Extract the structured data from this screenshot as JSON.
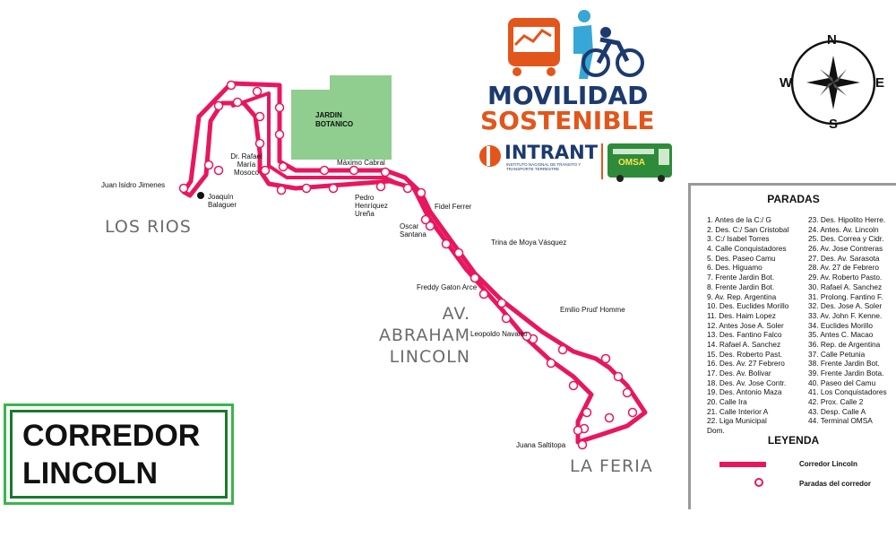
{
  "streets": {
    "juan_isidro": "Juan Isidro Jimenes",
    "joaquin_balaguer": "Joaquín Balaguer",
    "rafael_mosoco": "Dr. Rafael María Mosoco",
    "maximo_cabral": "Máximo Cabral",
    "pedro_urena": "Pedro Henríquez Ureña",
    "fidel_ferrer": "Fidel Ferrer",
    "oscar_santana": "Oscar Santana",
    "trina_de_moya": "Trina de Moya Vásquez",
    "freddy_gaton": "Freddy Gaton Arce",
    "emilio_prud_homme": "Emilio Prud' Homme",
    "leopoldo_navarro": "Leopoldo Navarro",
    "juana_saltitopa": "Juana Saltitopa"
  },
  "areas": {
    "los_rios": "LOS RIOS",
    "av_abraham_lincoln": "AV. ABRAHAM LINCOLN",
    "la_feria": "LA FERIA"
  },
  "landmark": {
    "jardin_botanico": "JARDIN BOTANICO"
  },
  "branding": {
    "line1": "MOVILIDAD",
    "line2": "SOSTENIBLE",
    "intrant": "INTRANT",
    "intrant_sub": "INSTITUTO NACIONAL DE TRÁNSITO Y TRANSPORTE TERRESTRE",
    "omsa": "OMSA",
    "navy": "#1c3a6e",
    "orange": "#e2561b",
    "green": "#2e8b3a"
  },
  "compass": {
    "n": "N",
    "s": "S",
    "e": "E",
    "w": "W"
  },
  "title_box": {
    "line1": "CORREDOR",
    "line2": "LINCOLN"
  },
  "route_color": "#e8175d",
  "garden_color": "#8fce8f",
  "stops_panel": {
    "title": "PARADAS",
    "left_column": [
      "1. Antes de la C:/ G",
      "2. Des. C:/ San Cristobal",
      "3. C:/ Isabel Torres",
      "4. Calle Conquistadores",
      "5. Des. Paseo Camu",
      "6. Des. Higuamo",
      "7. Frente Jardin Bot.",
      "8. Frente Jardin Bot.",
      "9. Av. Rep. Argentina",
      "10. Des. Euclides Morillo",
      "11. Des. Haim Lopez",
      "12. Antes Jose A. Soler",
      "13. Des. Fantino Falco",
      "14. Rafael A. Sanchez",
      "15. Des. Roberto Past.",
      "16. Des. Av. 27 Febrero",
      "17. Des. Av. Bolivar",
      "18. Des. Av. Jose Contr.",
      "19. Des. Antonio Maza",
      "20. Calle Ira",
      "21. Calle Interior A",
      "22. Liga Municipal",
      "Dom."
    ],
    "right_column": [
      "23. Des. Hipolito Herre.",
      "24. Antes. Av. Lincoln",
      "25. Des. Correa y Cidr.",
      "26. Av. Jose Contreras",
      "27. Des. Av. Sarasota",
      "28. Av. 27 de Febrero",
      "29. Av. Roberto Pasto.",
      "30. Rafael A. Sanchez",
      "31. Prolong. Fantino F.",
      "32. Des. Jose A. Soler",
      "33. Av. John F. Kenne.",
      "34. Euclides Morillo",
      "35. Antes C. Macao",
      "36. Rep. de Argentina",
      "37. Calle Petunia",
      "38. Frente Jardin Bot.",
      "39. Frente Jardin Bota.",
      "40. Paseo del Camu",
      "41. Los Conquistadores",
      "42. Prox. Calle 2",
      "43. Desp. Calle A",
      "44. Terminal OMSA"
    ],
    "legend_title": "LEYENDA",
    "legend_line": "Corredor Lincoln",
    "legend_stops": "Paradas del corredor"
  }
}
